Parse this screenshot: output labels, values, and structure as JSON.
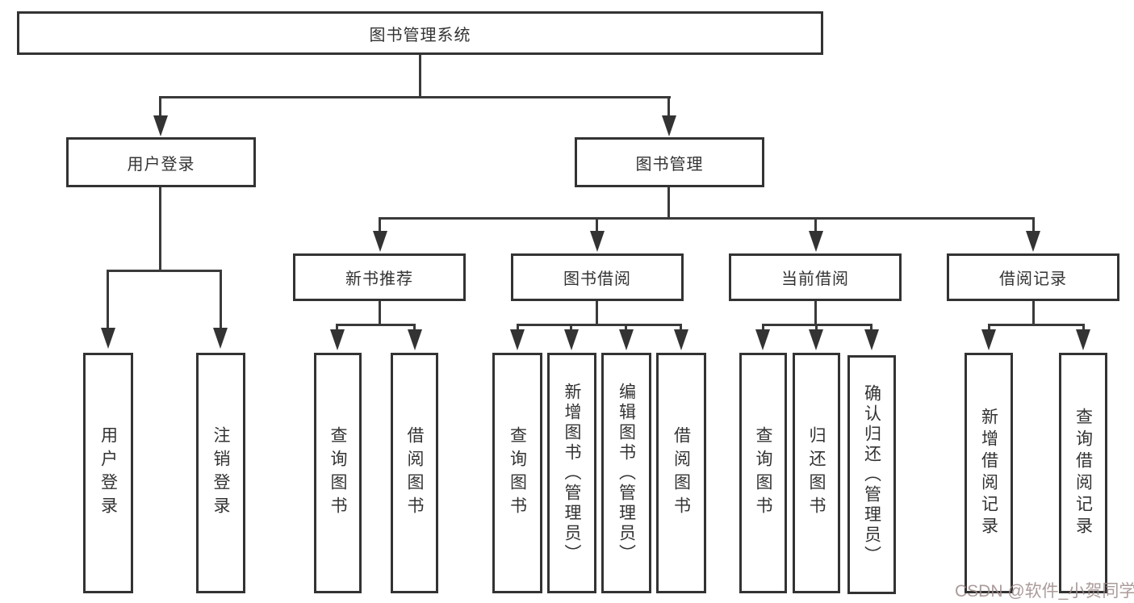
{
  "watermark": "CSDN @软件_小贺同学",
  "colors": {
    "line": "#333333",
    "box_border": "#333333",
    "text": "#333333",
    "background": "#ffffff",
    "watermark": "#9e8a8a"
  },
  "tree": {
    "root": {
      "label": "图书管理系统",
      "children": [
        {
          "label": "用户登录",
          "children": [
            {
              "label": "用户登录"
            },
            {
              "label": "注销登录"
            }
          ]
        },
        {
          "label": "图书管理",
          "children": [
            {
              "label": "新书推荐",
              "children": [
                {
                  "label": "查询图书"
                },
                {
                  "label": "借阅图书"
                }
              ]
            },
            {
              "label": "图书借阅",
              "children": [
                {
                  "label": "查询图书"
                },
                {
                  "label": "新增图书（管理员）"
                },
                {
                  "label": "编辑图书（管理员）"
                },
                {
                  "label": "借阅图书"
                }
              ]
            },
            {
              "label": "当前借阅",
              "children": [
                {
                  "label": "查询图书"
                },
                {
                  "label": "归还图书"
                },
                {
                  "label": "确认归还（管理员）"
                }
              ]
            },
            {
              "label": "借阅记录",
              "children": [
                {
                  "label": "新增借阅记录"
                },
                {
                  "label": "查询借阅记录"
                }
              ]
            }
          ]
        }
      ]
    }
  }
}
